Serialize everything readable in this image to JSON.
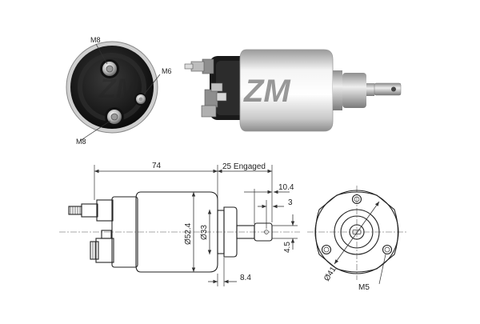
{
  "photo_back_view": {
    "terminal_top_label": "M8",
    "terminal_bottom_label": "M8",
    "terminal_side_label": "M6",
    "logo_text": "ZM"
  },
  "photo_side_view": {
    "logo_text": "ZM"
  },
  "side_drawing": {
    "overall_length": "74",
    "engaged_stroke": "25 Engaged",
    "tip_length": "10.4",
    "tip_offset": "3",
    "body_diameter": "Ø52.4",
    "nose_diameter": "Ø33",
    "tip_slot_width": "4.5",
    "flange_offset": "8.4"
  },
  "front_drawing": {
    "bolt_circle": "Ø41",
    "screw_label": "M5"
  },
  "colors": {
    "line": "#222222",
    "terminal_black": "#1b1b1b",
    "silver": "#dcdcdc"
  }
}
